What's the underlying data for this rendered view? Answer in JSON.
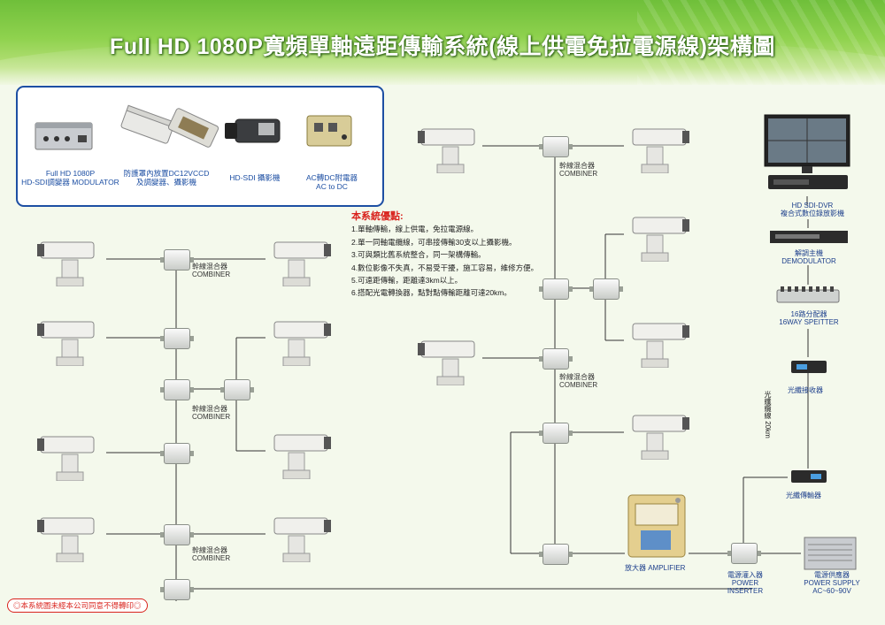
{
  "title": "Full HD 1080P寬頻單軸遠距傳輸系統(線上供電免拉電源線)架構圖",
  "legend": {
    "modulator": "Full HD 1080P\nHD-SDI調變器 MODULATOR",
    "housing": "防護罩內放置DC12VCCD\n及調變器、攝影機",
    "camera": "HD-SDI 攝影機",
    "adapter": "AC轉DC附電器\nAC to DC"
  },
  "combiner_label": "幹線混合器",
  "combiner_label_en": "COMBINER",
  "notes": {
    "heading": "本系統優點:",
    "items": [
      "1.單軸傳輸，線上供電，免拉電源線。",
      "2.單一同軸電纜線，可串接傳輸30支以上攝影機。",
      "3.可與類比舊系統整合，同一架構傳輸。",
      "4.數位影像不失真，不易受干擾，施工容易，維修方便。",
      "5.可遠距傳輸，距離達3km以上。",
      "6.搭配光電轉換器，點對點傳輸距離可達20km。"
    ]
  },
  "devices": {
    "dvr": "HD SDI-DVR\n複合式數位錄放影機",
    "demod": "解調主機\nDEMODULATOR",
    "splitter": "16路分配器\n16WAY SPEITTER",
    "receiver": "光纖接收器",
    "fiber": "光纖纜線 20km",
    "transmitter": "光纖傳輸器",
    "amplifier": "放大器  AMPLIFIER",
    "inserter": "電源灌入器\nPOWER INSERTER",
    "supply": "電源供應器\nPOWER SUPPLY\nAC~60~90V"
  },
  "footnote": "◎本系統圖未經本公司同意不得轉印◎",
  "colors": {
    "accent": "#1d4fa3",
    "brand": "#6fbf3a",
    "warning": "#d9231d"
  }
}
